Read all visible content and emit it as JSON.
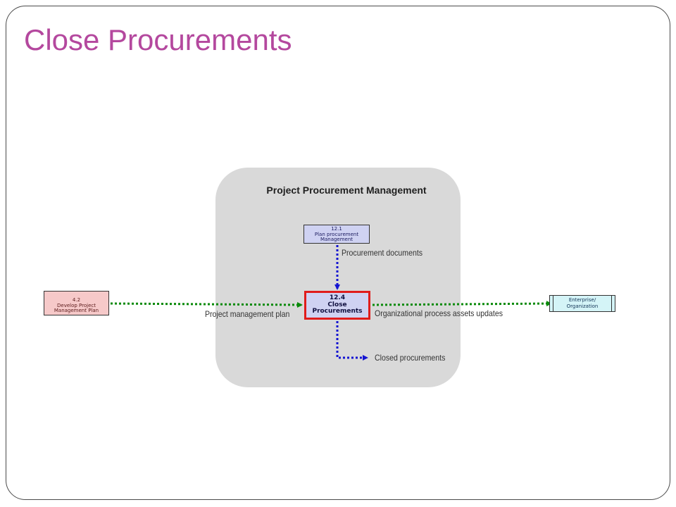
{
  "slide": {
    "title": "Close Procurements"
  },
  "group": {
    "title": "Project Procurement Management"
  },
  "processes": {
    "plan_procurement": {
      "lines": [
        "12.1",
        "Plan procurement",
        "Management"
      ]
    },
    "close_procurements": {
      "lines": [
        "12.4",
        "Close",
        "Procurements"
      ]
    },
    "develop_pm_plan": {
      "lines": [
        "4.2",
        "Develop Project",
        "Management Plan"
      ]
    },
    "enterprise": {
      "lines": [
        "Enterprise/",
        "Organization"
      ]
    }
  },
  "flows": {
    "procurement_documents": "Procurement documents",
    "project_management_plan": "Project management plan",
    "opa_updates": "Organizational process assets updates",
    "closed_procurements": "Closed procurements"
  },
  "colors": {
    "title": "#b4489e",
    "group_panel": "#d9d9d9",
    "process_fill": "#cfd2f2",
    "highlight_border": "#e01c1c",
    "external_input_fill": "#f6c9c9",
    "external_output_fill": "#d4f4f7",
    "input_flow": "#0a8a0a",
    "output_flow": "#0a8a0a",
    "internal_flow": "#1414d2"
  }
}
